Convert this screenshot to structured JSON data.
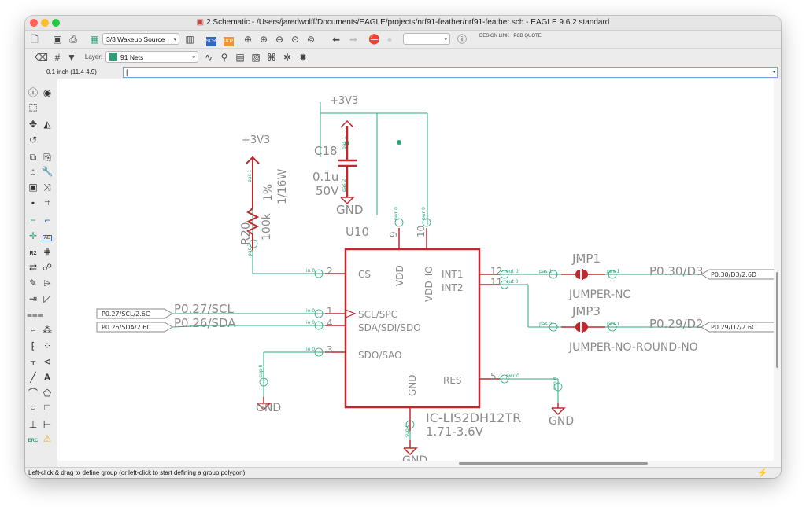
{
  "window": {
    "title": "2 Schematic - /Users/jaredwolff/Documents/EAGLE/projects/nrf91-feather/nrf91-feather.sch - EAGLE 9.6.2 standard",
    "traffic_colors": [
      "#ff5f57",
      "#febc2e",
      "#28c840"
    ]
  },
  "toolbar": {
    "sheet_select": "3/3 Wakeup Source",
    "design_link": "DESIGN LINK",
    "pcb_quote": "PCB QUOTE",
    "layer_label": "Layer:",
    "layer_value": "91 Nets",
    "layer_color": "#2e9e78"
  },
  "command": {
    "coordinates": "0.1 inch (11.4 4.9)",
    "input_value": "|"
  },
  "status": {
    "message": "Left-click & drag to define group (or left-click to start defining a group polygon)"
  },
  "sidebar": {
    "labels": [
      "R2",
      "ERC",
      "AB"
    ]
  },
  "schematic": {
    "colors": {
      "symbol": "#c0282d",
      "net": "#28a87a",
      "text": "#8a8a8a",
      "pin": "#28a87a"
    },
    "power_top": "+3V3",
    "power_left": "+3V3",
    "c18_name": "C18",
    "c18_value": "0.1u",
    "c18_volt": "50V",
    "c18_gnd": "GND",
    "r20_name": "R20",
    "r20_value": "100k",
    "r20_tol": "1%",
    "r20_power": "1/16W",
    "u10_name": "U10",
    "u10_part": "IC-LIS2DH12TR",
    "u10_range": "1.71-3.6V",
    "pins": {
      "vdd": "VDD",
      "vdd_io": "VDD_IO",
      "cs": "CS",
      "int1": "INT1",
      "int2": "INT2",
      "scl": "SCL/SPC",
      "sda": "SDA/SDI/SDO",
      "sdo": "SDO/SAO",
      "gnd": "GND",
      "res": "RES"
    },
    "pin_numbers": {
      "p9": "9",
      "p10": "10",
      "p2": "2",
      "p1": "1",
      "p4": "4",
      "p3": "3",
      "p12": "12",
      "p11": "11",
      "p5": "5"
    },
    "pin_dirs": {
      "pwr": "pwr 0",
      "in": "in 0",
      "io": "io 0",
      "out": "out 0",
      "pas1": "pas 1",
      "pas2": "pas 2",
      "sup": "sup 0"
    },
    "nets": {
      "scl": "P0.27/SCL",
      "sda": "P0.26/SDA",
      "d3": "P0.30/D3",
      "d2": "P0.29/D2"
    },
    "ports": {
      "scl": "P0.27/SCL/2.6C",
      "sda": "P0.26/SDA/2.6C",
      "d3": "P0.30/D3/2.6D",
      "d2": "P0.29/D2/2.6C"
    },
    "jmp1_name": "JMP1",
    "jmp1_part": "JUMPER-NC",
    "jmp3_name": "JMP3",
    "jmp3_part": "JUMPER-NO-ROUND-NO",
    "gnd": "GND"
  }
}
